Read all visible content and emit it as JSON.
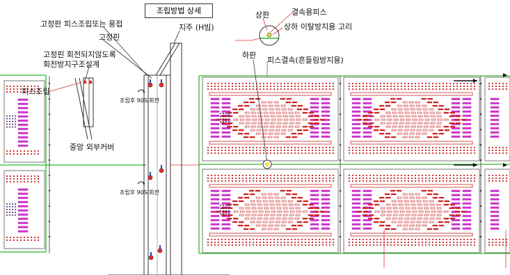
{
  "title": "조립방법 상세",
  "labels": {
    "weld": "고정판 피스조립또는 용접",
    "fixed_pin": "고정핀",
    "column": "지주 (H빔)",
    "anti_rotate_1": "고정핀 회전되지않도록",
    "anti_rotate_2": "회전방지구조설계",
    "piece_assembly": "피스조립",
    "center_cover": "중앙 외부커버",
    "rotate_top": "조립후 90도회전",
    "rotate_bottom": "조립후 90도회전",
    "upper_plate": "상판",
    "fastener_piece": "결속용피스",
    "hook": "상하 이탈방지용 고리",
    "lower_plate": "하판",
    "piece_fastening": "피스결속(흔들림방지용)"
  },
  "colors": {
    "frame_green": "#2db82d",
    "line_grey": "#555555",
    "dot_red": "#cc2222",
    "slot_magenta": "#cc33cc",
    "slot_dark": "#442266",
    "leader_red": "#dd3333",
    "pin_blue": "#2244bb"
  },
  "icons": [
    "curved-arrow-icon",
    "pin-icon",
    "detail-circle-icon"
  ]
}
